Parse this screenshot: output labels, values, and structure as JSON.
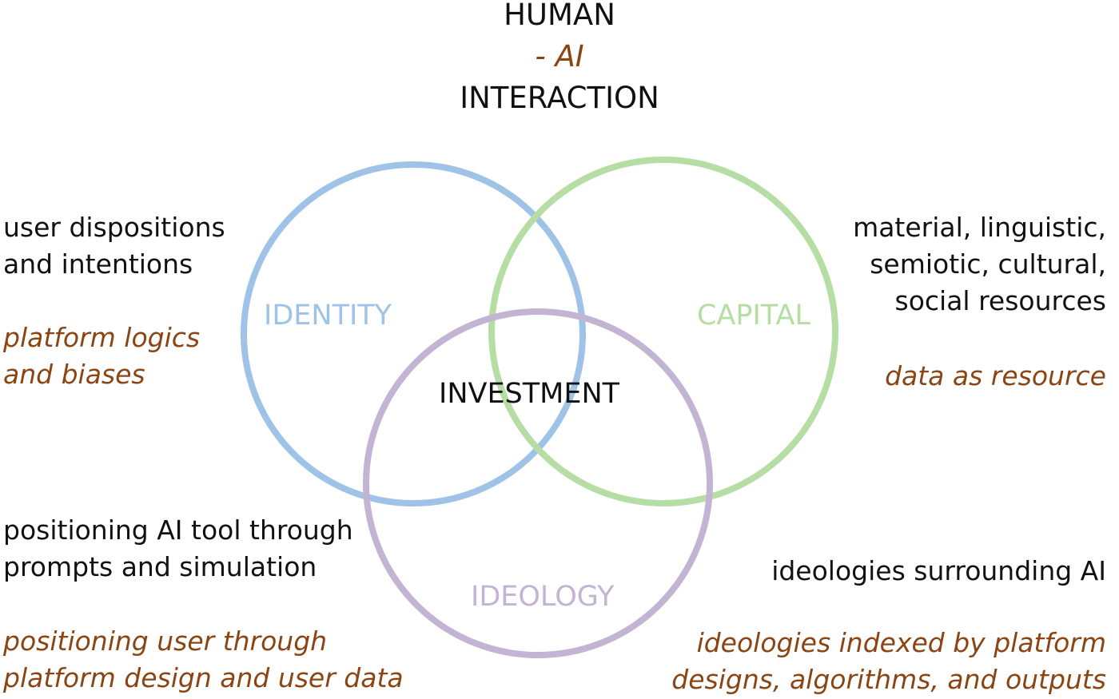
{
  "title": {
    "line1": "HUMAN",
    "line2": "- AI",
    "line3": "INTERACTION"
  },
  "circles": {
    "identity": {
      "label": "IDENTITY",
      "color": "#9EC3E6"
    },
    "capital": {
      "label": "CAPITAL",
      "color": "#B5DDA4"
    },
    "ideology": {
      "label": "IDEOLOGY",
      "color": "#C2B4D2"
    },
    "center_label": "INVESTMENT"
  },
  "left_top": {
    "primary": [
      "user dispositions",
      "and intentions"
    ],
    "secondary": [
      "platform logics",
      "and biases"
    ]
  },
  "right_top": {
    "primary": [
      "material, linguistic,",
      "semiotic, cultural,",
      "social resources"
    ],
    "secondary": [
      "data as resource"
    ]
  },
  "left_bottom": {
    "primary": [
      "positioning AI tool through",
      "prompts and simulation"
    ],
    "secondary": [
      "positioning user through",
      "platform design and user data"
    ]
  },
  "right_bottom": {
    "primary": [
      "ideologies surrounding AI"
    ],
    "secondary": [
      "ideologies indexed by platform",
      "designs, algorithms, and outputs"
    ]
  },
  "colors": {
    "accent_brown": "#8B4513",
    "text": "#111111"
  }
}
